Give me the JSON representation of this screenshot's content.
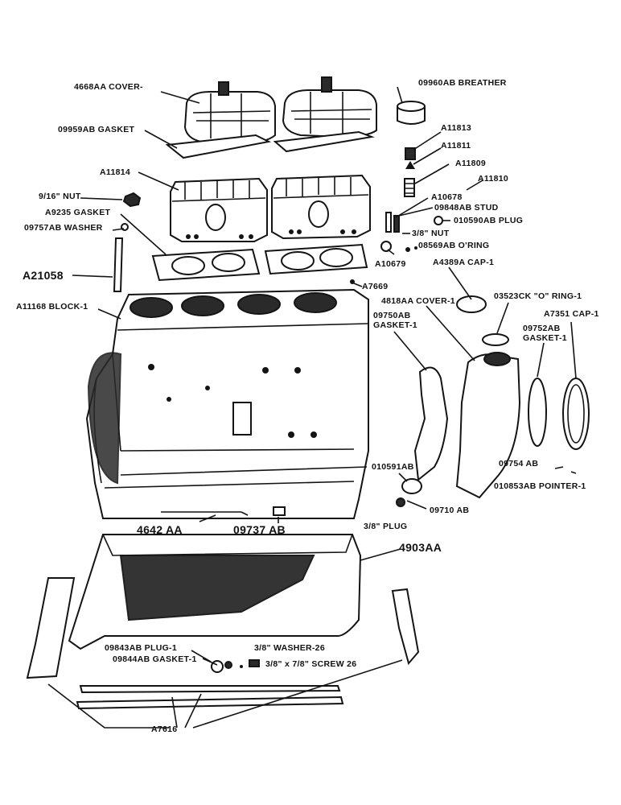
{
  "labels": {
    "cover_4668": "4668AA COVER-",
    "breather": "09960AB BREATHER",
    "gasket_09959": "09959AB GASKET",
    "a11813": "A11813",
    "a11811": "A11811",
    "a11809": "A11809",
    "a11810": "A11810",
    "a11814": "A11814",
    "nut_916": "9/16\" NUT",
    "a10678": "A10678",
    "gasket_a9235": "A9235 GASKET",
    "stud_09848": "09848AB STUD",
    "washer_09757": "09757AB WASHER",
    "plug_010590": "010590AB PLUG",
    "nut_38_top": "3/8\" NUT",
    "oring_08569": "08569AB O'RING",
    "a10679": "A10679",
    "cap_a4389": "A4389A CAP-1",
    "a21058": "A21058",
    "a7669": "A7669",
    "oring_03523": "03523CK \"O\" RING-1",
    "block_a11168": "A11168 BLOCK-1",
    "cover_4818": "4818AA COVER-1",
    "gasket_09750": "09750AB GASKET-1",
    "cap_a7351": "A7351 CAP-1",
    "gasket_09752": "09752AB GASKET-1",
    "p010591": "010591AB",
    "p09754": "09754 AB",
    "pointer_010853": "010853AB POINTER-1",
    "p09710": "09710 AB",
    "plug_38": "3/8\" PLUG",
    "p4642": "4642 AA",
    "p09737": "09737 AB",
    "pan_4903": "4903AA",
    "plug_09843": "09843AB PLUG-1",
    "washer_38": "3/8\" WASHER-26",
    "gasket_09844": "09844AB GASKET-1",
    "screw_38": "3/8\" x 7/8\" SCREW 26",
    "a7616": "A7616"
  }
}
